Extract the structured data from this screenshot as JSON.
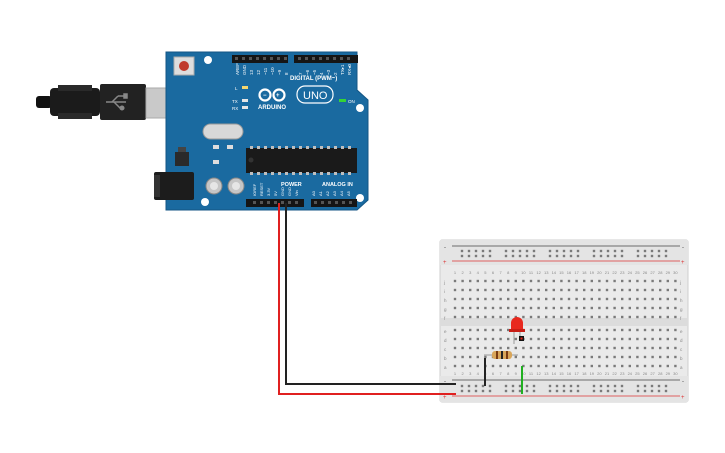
{
  "arduino": {
    "brand": "ARDUINO",
    "model": "UNO",
    "digital_header_label": "DIGITAL (PWM~)",
    "power_label": "POWER",
    "analog_label": "ANALOG IN",
    "led_labels": {
      "l": "L",
      "tx": "TX",
      "rx": "RX",
      "on": "ON"
    },
    "top_left_pins": [
      "AREF",
      "GND",
      "13",
      "12",
      "~11",
      "~10",
      "~9",
      "8"
    ],
    "top_right_pins": [
      "7",
      "~6",
      "~5",
      "4",
      "~3",
      "2",
      "TX▸1",
      "RX◂0"
    ],
    "power_pins": [
      "IOREF",
      "RESET",
      "3.3V",
      "5V",
      "GND",
      "GND",
      "Vin"
    ],
    "analog_pins": [
      "A0",
      "A1",
      "A2",
      "A3",
      "A4",
      "A5"
    ],
    "color": "#1a6aa0"
  },
  "breadboard": {
    "column_numbers": [
      "1",
      "2",
      "3",
      "4",
      "5",
      "6",
      "7",
      "8",
      "9",
      "10",
      "11",
      "12",
      "13",
      "14",
      "15",
      "16",
      "17",
      "18",
      "19",
      "20",
      "21",
      "22",
      "23",
      "24",
      "25",
      "26",
      "27",
      "28",
      "29",
      "30"
    ],
    "top_row_letters": [
      "j",
      "i",
      "h",
      "g",
      "f"
    ],
    "bottom_row_letters": [
      "e",
      "d",
      "c",
      "b",
      "a"
    ],
    "rail_signs": {
      "minus": "-",
      "plus": "+"
    }
  },
  "wires": {
    "red_color": "#e02020",
    "black_color": "#222222",
    "green_color": "#21b021"
  },
  "components": {
    "led_color": "#e8281e",
    "resistor_color": "#d9a65a"
  }
}
